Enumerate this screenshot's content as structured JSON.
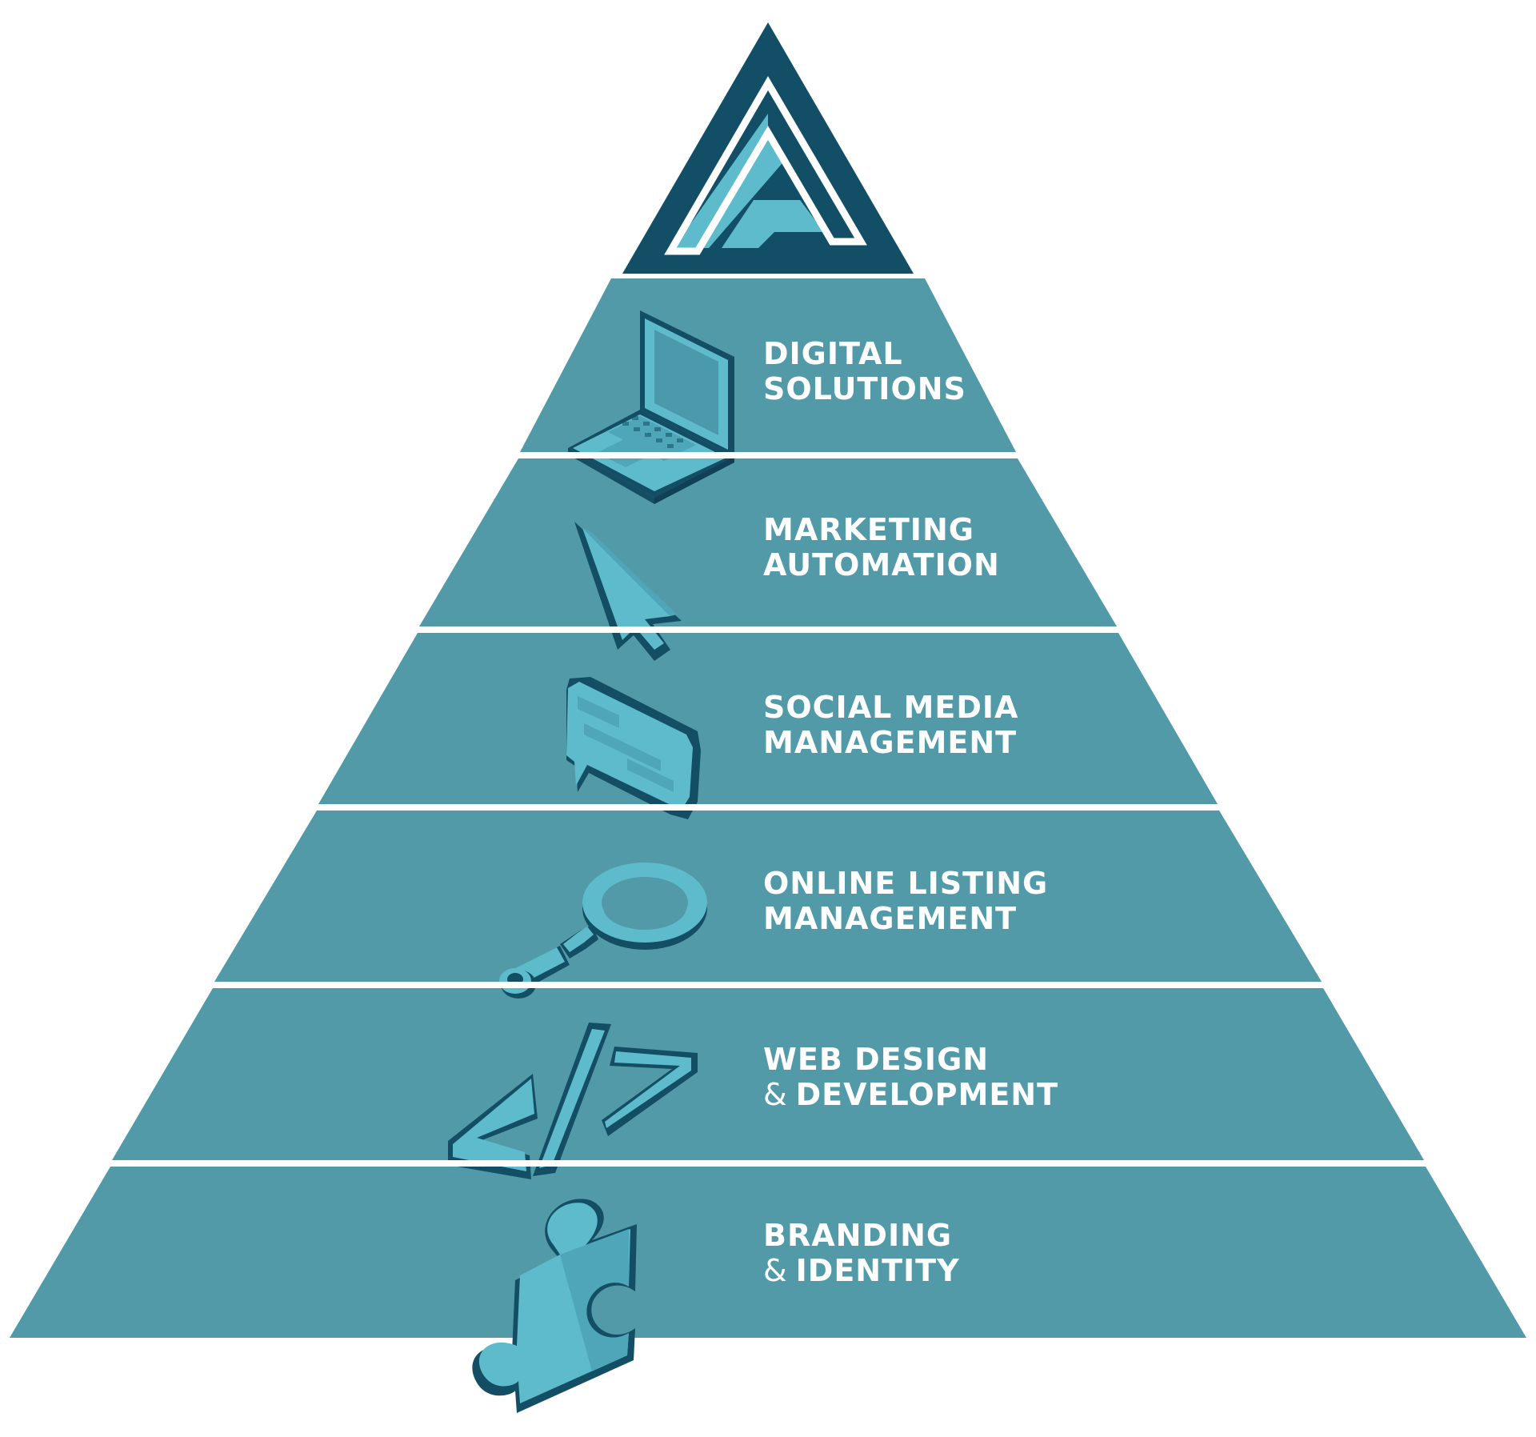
{
  "colors": {
    "tier_fill": "#539aa8",
    "apex_dark": "#124e66",
    "icon_light": "#5dbbcc",
    "icon_mid": "#4fa6b8",
    "icon_dark": "#134e64",
    "separator": "#ffffff",
    "label_text": "#ffffff"
  },
  "apex": {
    "logo": "letter-a-logo"
  },
  "tiers": [
    {
      "line1": "DIGITAL",
      "line2": "SOLUTIONS",
      "icon": "laptop-icon"
    },
    {
      "line1": "MARKETING",
      "line2": "AUTOMATION",
      "icon": "cursor-icon"
    },
    {
      "line1": "SOCIAL MEDIA",
      "line2": "MANAGEMENT",
      "icon": "chat-bubble-icon"
    },
    {
      "line1": "ONLINE LISTING",
      "line2": "MANAGEMENT",
      "icon": "magnifier-icon"
    },
    {
      "line1": "WEB DESIGN",
      "line2_amp": "&",
      "line2": "DEVELOPMENT",
      "icon": "code-icon"
    },
    {
      "line1": "BRANDING",
      "line2_amp": "&",
      "line2": "IDENTITY",
      "icon": "puzzle-piece-icon"
    }
  ]
}
